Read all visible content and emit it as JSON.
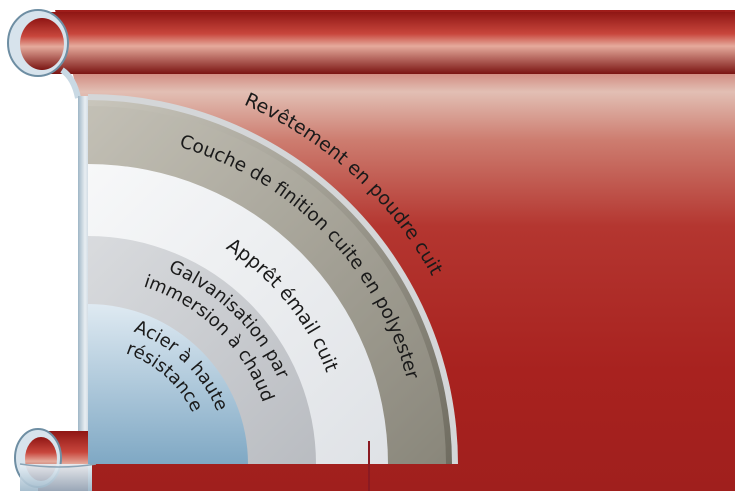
{
  "layers": [
    {
      "id": "powder",
      "label": "Revêtement en poudre cuit"
    },
    {
      "id": "finish",
      "label": "Couche de finition cuite en polyester"
    },
    {
      "id": "primer",
      "label": "Apprêt émail cuit"
    },
    {
      "id": "galv",
      "label_line1": "Galvanisation par",
      "label_line2": "immersion à chaud"
    },
    {
      "id": "steel",
      "label_line1": "Acier à haute",
      "label_line2": "résistance"
    }
  ],
  "colors": {
    "panel_red": "#a8221f",
    "panel_highlight": "#e4bfb5",
    "finish_taupe": "#7d7a6d",
    "primer_white": "#eef0f2",
    "galv_grey": "#cfd1d4",
    "steel_blue": "#b8d0df",
    "pointer_line": "#8a1a22"
  },
  "icons": [
    "curled-top-edge",
    "curled-bottom-edge"
  ]
}
